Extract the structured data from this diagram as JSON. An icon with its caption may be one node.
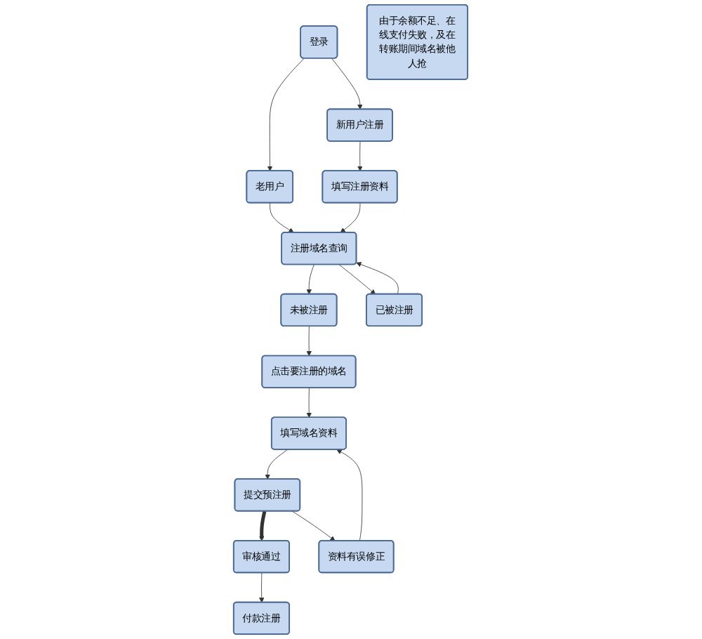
{
  "diagram": {
    "nodes": [
      {
        "text": [
          "登录"
        ]
      },
      {
        "text": [
          "老用户"
        ]
      },
      {
        "text": [
          "新用户注册"
        ]
      },
      {
        "text": [
          "填写注册资料"
        ]
      },
      {
        "text": [
          "注册域名查询"
        ]
      },
      {
        "text": [
          "未被注册"
        ]
      },
      {
        "text": [
          "已被注册"
        ]
      },
      {
        "text": [
          "点击要注册的域名"
        ]
      },
      {
        "text": [
          "填写域名资料"
        ]
      },
      {
        "text": [
          "审核通过"
        ]
      },
      {
        "text": [
          "提交预注册"
        ]
      },
      {
        "text": [
          "资料有误修正"
        ]
      },
      {
        "text": [
          "付款注册"
        ]
      },
      {
        "text": [
          "由于余额不足、在线支付失败，及在转账期间域名被他人抢"
        ]
      }
    ],
    "edges": [
      {
        "from": 0,
        "to": 1,
        "arrow": "to"
      },
      {
        "from": 0,
        "to": 2,
        "arrow": "to"
      },
      {
        "from": 2,
        "to": 3,
        "arrow": "to"
      },
      {
        "from": 1,
        "to": 4,
        "arrow": "to"
      },
      {
        "from": 3,
        "to": 4,
        "arrow": "to"
      },
      {
        "from": 4,
        "to": 5,
        "arrow": "to"
      },
      {
        "from": 4,
        "to": 6,
        "arrow": "to"
      },
      {
        "from": 6,
        "to": 4,
        "arrow": "to"
      },
      {
        "from": 5,
        "to": 7,
        "arrow": "to"
      },
      {
        "from": 7,
        "to": 8,
        "arrow": "to"
      },
      {
        "from": 8,
        "to": 10,
        "arrow": "to"
      },
      {
        "from": 10,
        "to": 9,
        "arrow": "to",
        "style": "thick"
      },
      {
        "from": 10,
        "to": 11,
        "arrow": "to"
      },
      {
        "from": 11,
        "to": 8,
        "arrow": "to"
      },
      {
        "from": 9,
        "to": 12,
        "arrow": "to"
      }
    ]
  }
}
